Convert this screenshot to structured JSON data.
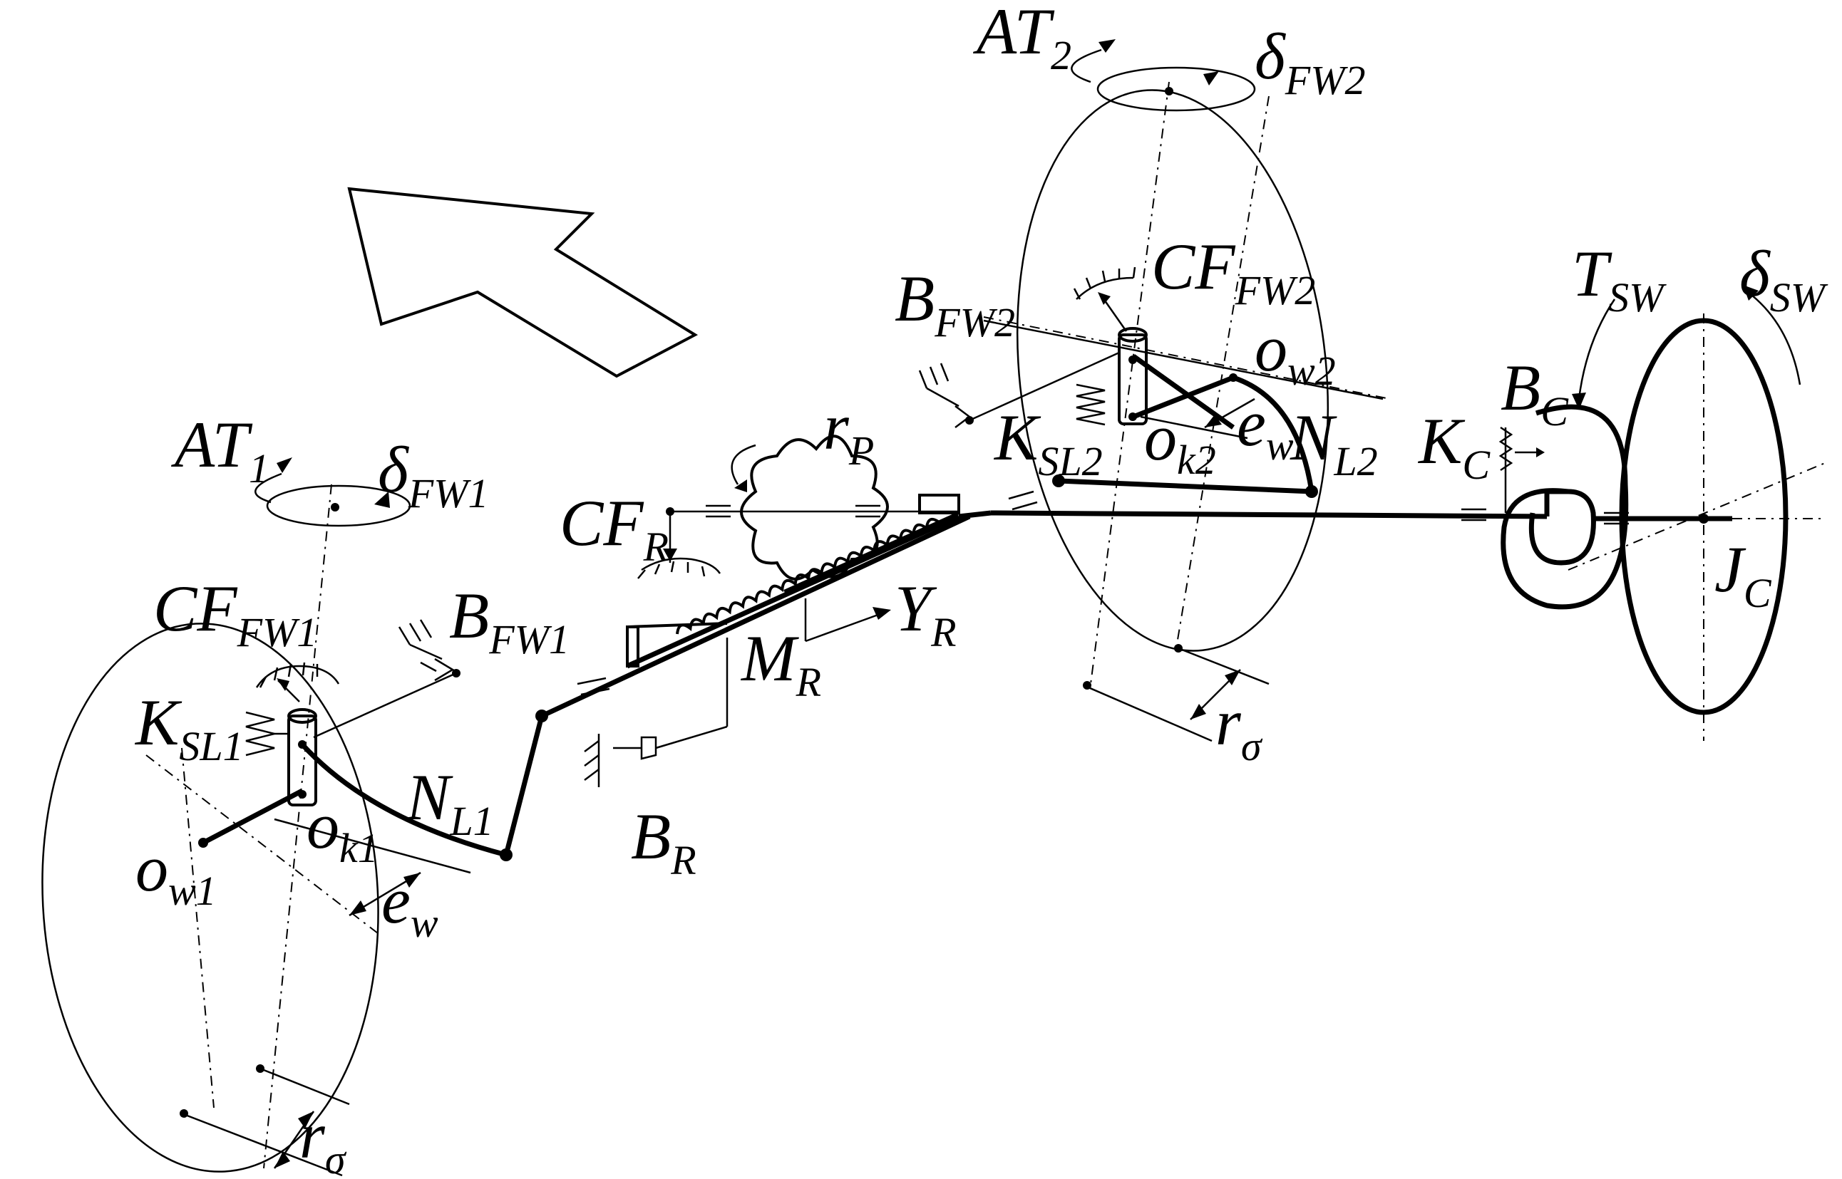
{
  "labels": [
    {
      "id": "at1",
      "main": "AT",
      "sub": "1"
    },
    {
      "id": "at2",
      "main": "AT",
      "sub": "2"
    },
    {
      "id": "delta-fw1",
      "main": "δ",
      "sub": "FW1"
    },
    {
      "id": "delta-fw2",
      "main": "δ",
      "sub": "FW2"
    },
    {
      "id": "cf-fw1",
      "main": "CF",
      "sub": "FW1"
    },
    {
      "id": "cf-fw2",
      "main": "CF",
      "sub": "FW2"
    },
    {
      "id": "b-fw1",
      "main": "B",
      "sub": "FW1"
    },
    {
      "id": "b-fw2",
      "main": "B",
      "sub": "FW2"
    },
    {
      "id": "k-sl1",
      "main": "K",
      "sub": "SL1"
    },
    {
      "id": "k-sl2",
      "main": "K",
      "sub": "SL2"
    },
    {
      "id": "o-w1",
      "main": "o",
      "sub": "w1"
    },
    {
      "id": "o-w2",
      "main": "o",
      "sub": "w2"
    },
    {
      "id": "o-k1",
      "main": "o",
      "sub": "k1"
    },
    {
      "id": "o-k2",
      "main": "o",
      "sub": "k2"
    },
    {
      "id": "e-w1",
      "main": "e",
      "sub": "w"
    },
    {
      "id": "e-w2",
      "main": "e",
      "sub": "w"
    },
    {
      "id": "n-l1",
      "main": "N",
      "sub": "L1"
    },
    {
      "id": "n-l2",
      "main": "N",
      "sub": "L2"
    },
    {
      "id": "r-sigma1",
      "main": "r",
      "sub": "σ"
    },
    {
      "id": "r-sigma2",
      "main": "r",
      "sub": "σ"
    },
    {
      "id": "r-p",
      "main": "r",
      "sub": "P"
    },
    {
      "id": "cf-r",
      "main": "CF",
      "sub": "R"
    },
    {
      "id": "m-r",
      "main": "M",
      "sub": "R"
    },
    {
      "id": "y-r",
      "main": "Y",
      "sub": "R"
    },
    {
      "id": "b-r",
      "main": "B",
      "sub": "R"
    },
    {
      "id": "k-c",
      "main": "K",
      "sub": "C"
    },
    {
      "id": "b-c",
      "main": "B",
      "sub": "C"
    },
    {
      "id": "t-sw",
      "main": "T",
      "sub": "SW"
    },
    {
      "id": "delta-sw",
      "main": "δ",
      "sub": "SW"
    },
    {
      "id": "j-c",
      "main": "J",
      "sub": "C"
    }
  ]
}
